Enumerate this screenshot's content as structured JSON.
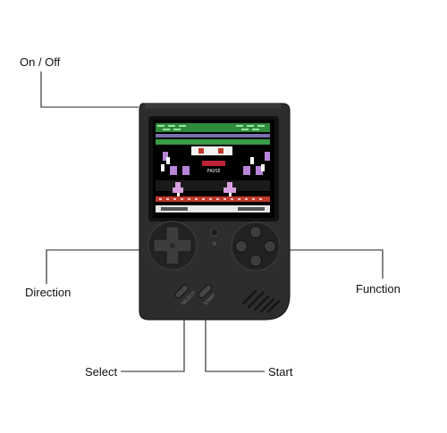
{
  "labels": {
    "on_off": "On / Off",
    "direction": "Direction",
    "function": "Function",
    "select": "Select",
    "start": "Start"
  },
  "device": {
    "body_color": "#2b2b2b",
    "screen": {
      "title_text": "PAUSE"
    },
    "buttons": {
      "select_text": "SELECT",
      "start_text": "START",
      "center_button_text": "R"
    }
  },
  "icons": [
    "dpad-icon",
    "face-button-icon",
    "speaker-grille-icon",
    "power-switch-icon"
  ]
}
